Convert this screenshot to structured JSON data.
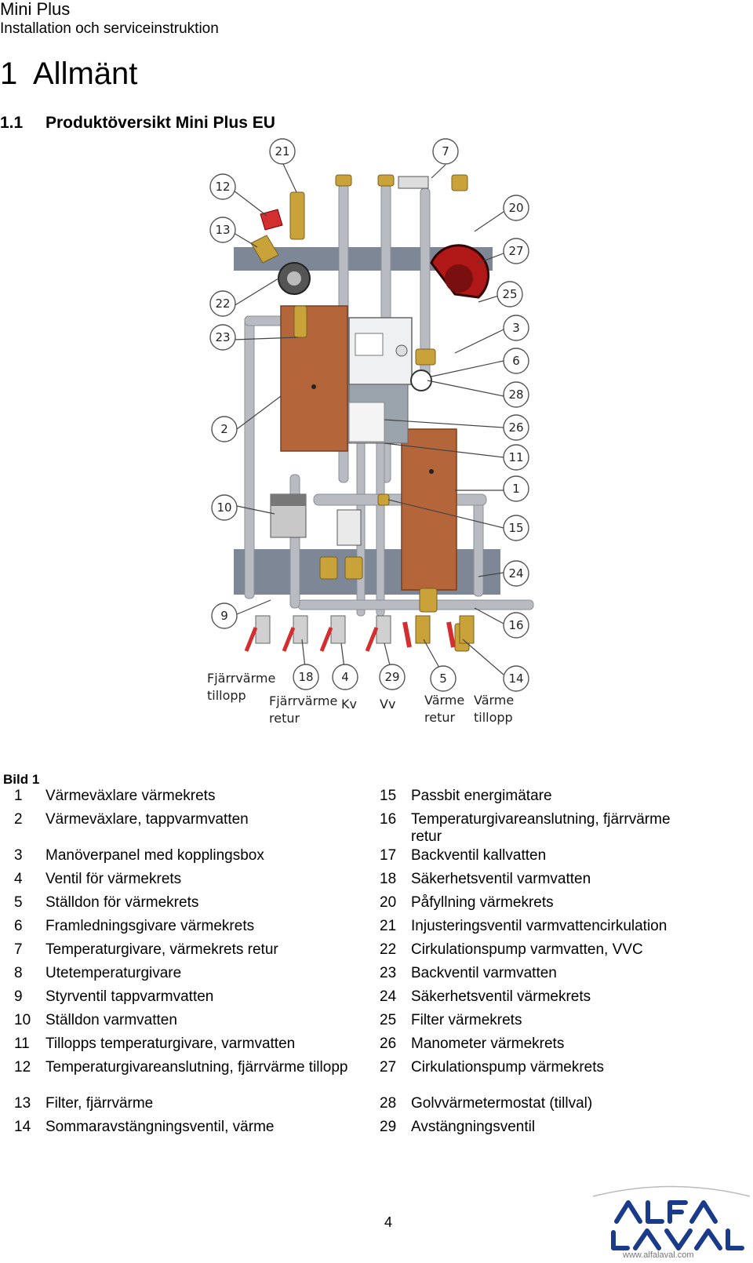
{
  "header": {
    "title": "Mini Plus",
    "subtitle": "Installation och serviceinstruktion"
  },
  "section": {
    "number": "1",
    "title": "Allmänt"
  },
  "subsection": {
    "number": "1.1",
    "title": "Produktöversikt Mini Plus EU"
  },
  "figure": {
    "callouts": {
      "c21": "21",
      "c7": "7",
      "c12": "12",
      "c20": "20",
      "c13": "13",
      "c27": "27",
      "c25": "25",
      "c22": "22",
      "c3": "3",
      "c23": "23",
      "c6": "6",
      "c28": "28",
      "c2": "2",
      "c26": "26",
      "c11": "11",
      "c1": "1",
      "c10": "10",
      "c15": "15",
      "c24": "24",
      "c9": "9",
      "c16": "16",
      "c18": "18",
      "c4": "4",
      "c29": "29",
      "c5": "5",
      "c14": "14"
    },
    "pipe_labels": {
      "fjv_tillopp_1": "Fjärrvärme",
      "fjv_tillopp_2": "tillopp",
      "fjv_retur_1": "Fjärrvärme",
      "fjv_retur_2": "retur",
      "kv": "Kv",
      "vv": "Vv",
      "varme_retur_1": "Värme",
      "varme_retur_2": "retur",
      "varme_tillopp_1": "Värme",
      "varme_tillopp_2": "tillopp"
    }
  },
  "caption": "Bild 1",
  "legend": {
    "left": [
      {
        "num": "1",
        "text": "Värmeväxlare värmekrets"
      },
      {
        "num": "2",
        "text": "Värmeväxlare, tappvarmvatten"
      },
      {
        "num": "3",
        "text": "Manöverpanel med kopplingsbox"
      },
      {
        "num": "4",
        "text": "Ventil för värmekrets"
      },
      {
        "num": "5",
        "text": "Ställdon för värmekrets"
      },
      {
        "num": "6",
        "text": "Framledningsgivare värmekrets"
      },
      {
        "num": "7",
        "text": "Temperaturgivare, värmekrets retur"
      },
      {
        "num": "8",
        "text": "Utetemperaturgivare"
      },
      {
        "num": "9",
        "text": "Styrventil tappvarmvatten"
      },
      {
        "num": "10",
        "text": "Ställdon varmvatten"
      },
      {
        "num": "11",
        "text": "Tillopps temperaturgivare, varmvatten"
      },
      {
        "num": "12",
        "text": "Temperaturgivareanslutning, fjärrvärme tillopp"
      },
      {
        "num": "13",
        "text": "Filter, fjärrvärme"
      },
      {
        "num": "14",
        "text": "Sommaravstängningsventil, värme"
      }
    ],
    "right": [
      {
        "num": "15",
        "text": "Passbit energimätare"
      },
      {
        "num": "16",
        "text": "Temperaturgivareanslutning, fjärrvärme retur"
      },
      {
        "num": "17",
        "text": "Backventil kallvatten"
      },
      {
        "num": "18",
        "text": "Säkerhetsventil varmvatten"
      },
      {
        "num": "20",
        "text": "Påfyllning värmekrets"
      },
      {
        "num": "21",
        "text": "Injusteringsventil varmvattencirkulation"
      },
      {
        "num": "22",
        "text": "Cirkulationspump varmvatten, VVC"
      },
      {
        "num": "23",
        "text": "Backventil varmvatten"
      },
      {
        "num": "24",
        "text": "Säkerhetsventil värmekrets"
      },
      {
        "num": "25",
        "text": "Filter värmekrets"
      },
      {
        "num": "26",
        "text": "Manometer värmekrets"
      },
      {
        "num": "27",
        "text": "Cirkulationspump värmekrets"
      },
      {
        "num": "28",
        "text": "Golvvärmetermostat (tillval)"
      },
      {
        "num": "29",
        "text": "Avstängningsventil"
      }
    ]
  },
  "footer": {
    "page_number": "4",
    "logo_url": "www.alfalaval.com"
  },
  "logo": {
    "name": "alfa-laval-logo",
    "color": "#1a3a8a"
  },
  "colors": {
    "copper_exchanger": "#b5653a",
    "steel_pipe": "#b8bcc2",
    "brass": "#c9a23a",
    "valve_red": "#d32f2f",
    "mount_plate": "#7d8796",
    "pump_red": "#b01818"
  }
}
